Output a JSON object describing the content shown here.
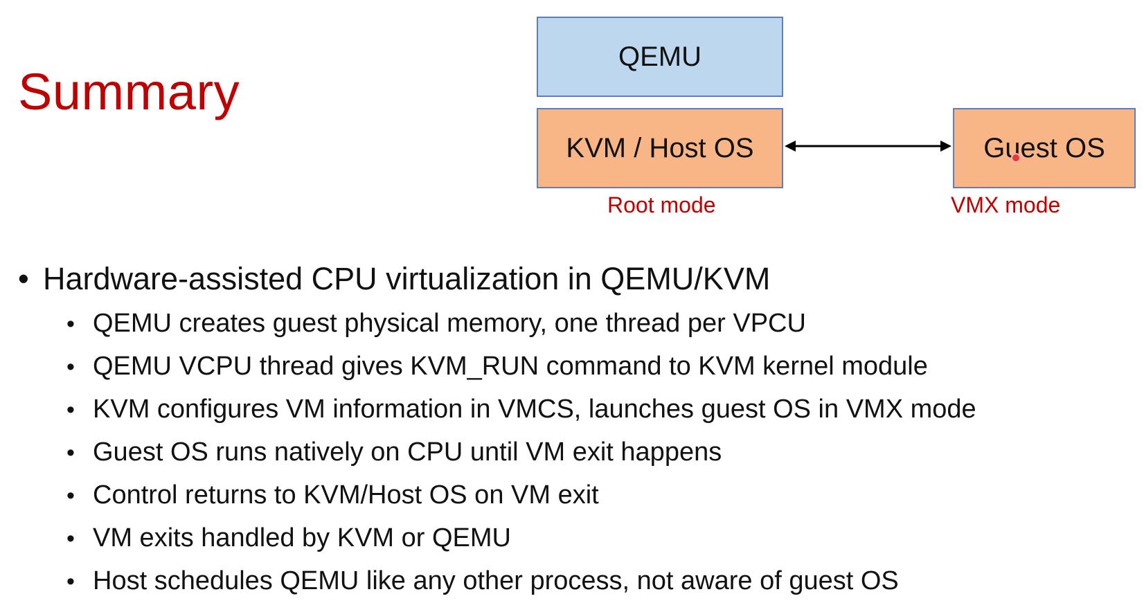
{
  "title": "Summary",
  "diagram": {
    "qemu_box": "QEMU",
    "kvm_box": "KVM / Host OS",
    "guest_box": "Guest OS",
    "root_mode_label": "Root mode",
    "vmx_mode_label": "VMX mode",
    "colors": {
      "qemu_fill": "#bdd7ee",
      "os_fill": "#f8b585",
      "box_border": "#5b7fbc",
      "mode_label": "#c00000",
      "title": "#c00000"
    }
  },
  "bullets": {
    "bullet_glyph": "•",
    "main": "Hardware-assisted CPU virtualization in QEMU/KVM",
    "sub": [
      "QEMU creates guest physical memory, one thread per VPCU",
      "QEMU VCPU thread gives KVM_RUN command to KVM kernel module",
      "KVM configures VM information in VMCS, launches guest OS in VMX mode",
      "Guest OS runs natively on CPU until VM exit happens",
      "Control returns to KVM/Host OS on VM exit",
      "VM exits handled by KVM or QEMU",
      "Host schedules QEMU like any other process, not aware of guest OS"
    ]
  }
}
